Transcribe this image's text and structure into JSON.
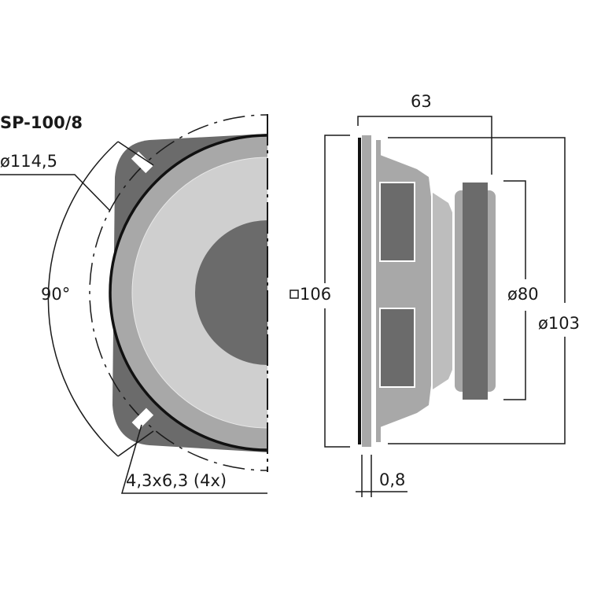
{
  "title": "SP-100/8",
  "front_view": {
    "bolt_circle_label": "ø114,5",
    "angle_label": "90°",
    "hole_label": "4,3x6,3 (4x)"
  },
  "side_view": {
    "depth_label": "63",
    "frame_label": "106",
    "magnet_label": "ø80",
    "basket_label": "ø103",
    "flange_label": "0,8"
  },
  "colors": {
    "dark": "#6b6b6b",
    "mid": "#a8a8a8",
    "light": "#cfcfcf",
    "line": "#1a1a1a"
  }
}
